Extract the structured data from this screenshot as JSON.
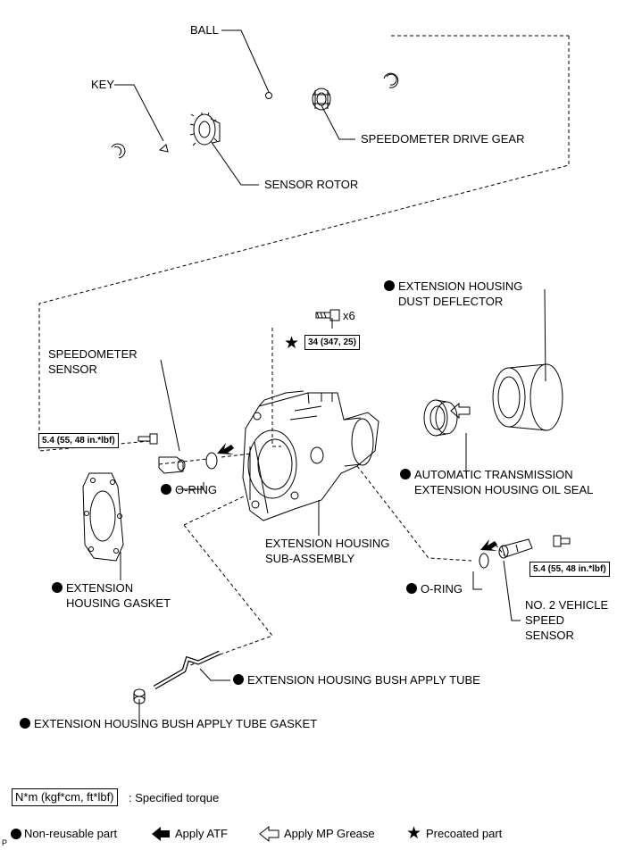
{
  "labels": {
    "ball": "BALL",
    "key": "KEY",
    "speedometer_drive_gear": "SPEEDOMETER DRIVE GEAR",
    "sensor_rotor": "SENSOR ROTOR",
    "dust_deflector_1": "EXTENSION HOUSING",
    "dust_deflector_2": "DUST DEFLECTOR",
    "qty": "x6",
    "speedometer_sensor_1": "SPEEDOMETER",
    "speedometer_sensor_2": "SENSOR",
    "oil_seal_1": "AUTOMATIC TRANSMISSION",
    "oil_seal_2": "EXTENSION HOUSING OIL SEAL",
    "o_ring_left": "O-RING",
    "housing_sub_1": "EXTENSION HOUSING",
    "housing_sub_2": "SUB-ASSEMBLY",
    "gasket_1": "EXTENSION",
    "gasket_2": "HOUSING GASKET",
    "o_ring_right": "O-RING",
    "vss_1": "NO. 2 VEHICLE",
    "vss_2": "SPEED",
    "vss_3": "SENSOR",
    "bush_tube": "EXTENSION HOUSING BUSH APPLY TUBE",
    "bush_tube_gasket": "EXTENSION HOUSING BUSH APPLY TUBE GASKET"
  },
  "torques": {
    "housing_bolts": "34 (347, 25)",
    "speedometer_sensor_bolt": "5.4 (55, 48 in.*lbf)",
    "vss_bolt": "5.4 (55, 48 in.*lbf)"
  },
  "legend": {
    "torque_units": "N*m (kgf*cm, ft*lbf)",
    "torque_desc": ": Specified torque",
    "non_reusable": "Non-reusable part",
    "apply_atf": "Apply ATF",
    "apply_mp": "Apply MP Grease",
    "precoated": "Precoated part"
  },
  "corner_mark": "P"
}
